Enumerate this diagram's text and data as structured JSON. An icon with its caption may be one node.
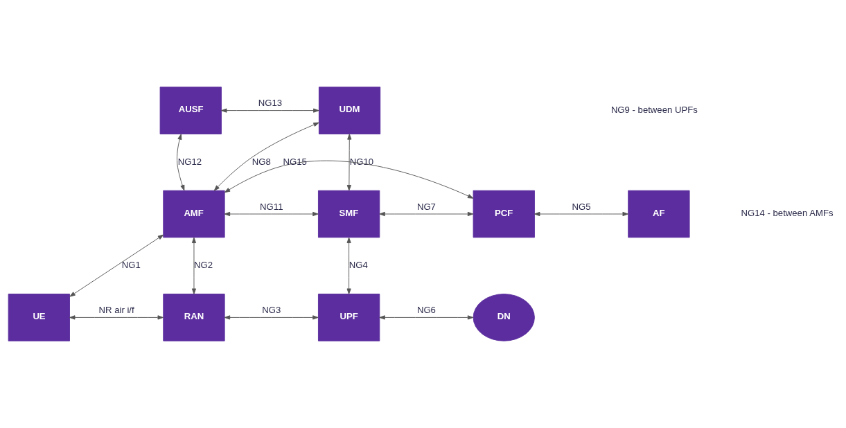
{
  "diagram": {
    "nodes": [
      {
        "text": [
          "AUSF"
        ]
      },
      {
        "text": [
          "UDM"
        ]
      },
      {
        "text": [
          "AMF"
        ]
      },
      {
        "text": [
          "SMF"
        ]
      },
      {
        "text": [
          "PCF"
        ]
      },
      {
        "text": [
          "AF"
        ]
      },
      {
        "text": [
          "UE"
        ]
      },
      {
        "text": [
          "RAN"
        ]
      },
      {
        "text": [
          "UPF"
        ]
      },
      {
        "text": [
          "DN"
        ]
      }
    ],
    "edges": [
      {
        "from": 0,
        "to": 1,
        "arrow": "both",
        "label": "NG13"
      },
      {
        "from": 2,
        "to": 0,
        "arrow": "both",
        "label": "NG12"
      },
      {
        "from": 2,
        "to": 1,
        "arrow": "both",
        "label": "NG8"
      },
      {
        "from": 1,
        "to": 3,
        "arrow": "both",
        "label": "NG10"
      },
      {
        "from": 2,
        "to": 3,
        "arrow": "both",
        "label": "NG11"
      },
      {
        "from": 3,
        "to": 4,
        "arrow": "both",
        "label": "NG7"
      },
      {
        "from": 4,
        "to": 5,
        "arrow": "both",
        "label": "NG5"
      },
      {
        "from": 2,
        "to": 4,
        "arrow": "both",
        "label": "NG15"
      },
      {
        "from": 2,
        "to": 6,
        "arrow": "both",
        "label": "NG1"
      },
      {
        "from": 2,
        "to": 7,
        "arrow": "both",
        "label": "NG2"
      },
      {
        "from": 3,
        "to": 8,
        "arrow": "both",
        "label": "NG4"
      },
      {
        "from": 6,
        "to": 7,
        "arrow": "both",
        "label": "NR air i/f"
      },
      {
        "from": 7,
        "to": 8,
        "arrow": "both",
        "label": "NG3"
      },
      {
        "from": 8,
        "to": 9,
        "arrow": "both",
        "label": "NG6"
      }
    ],
    "labels": [
      "NG9 - between UPFs",
      "NG14 - between AMFs"
    ]
  }
}
